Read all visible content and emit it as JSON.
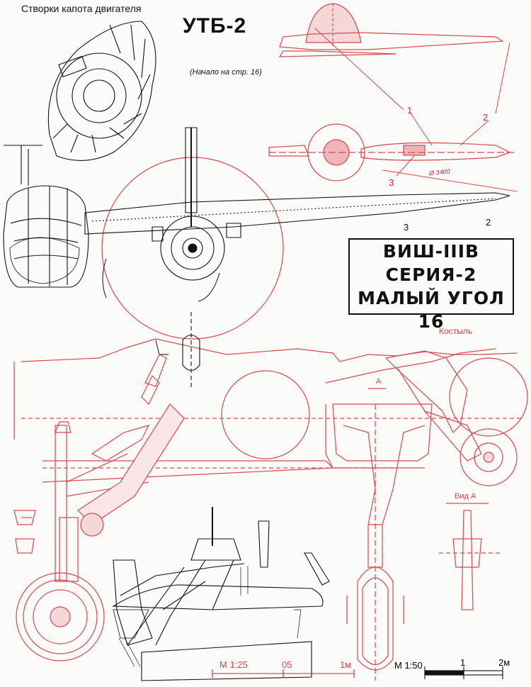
{
  "header": {
    "cowl_caption": "Створки капота двигателя",
    "title": "УТБ-2",
    "continued_note": "(Начало на стр. 16)"
  },
  "plate": {
    "line1": "ВИШ-IIIВ",
    "line2": "СЕРИЯ-2",
    "line3": "МАЛЫЙ УГОЛ 16"
  },
  "callouts": {
    "n1": "1",
    "n2": "2",
    "n3": "3",
    "diameter": "Ø 3400"
  },
  "labels": {
    "tailwheel": "Костыль",
    "view_a": "Вид А",
    "arrow_a": "А"
  },
  "scales": {
    "left": {
      "ratio": "М 1:25",
      "mid": "05",
      "end": "1м"
    },
    "right": {
      "ratio": "М 1:50",
      "mid": "1",
      "end": "2м"
    }
  },
  "colors": {
    "ink": "#111111",
    "red_ink": "#d9484e",
    "paper": "#fbfbf9"
  }
}
